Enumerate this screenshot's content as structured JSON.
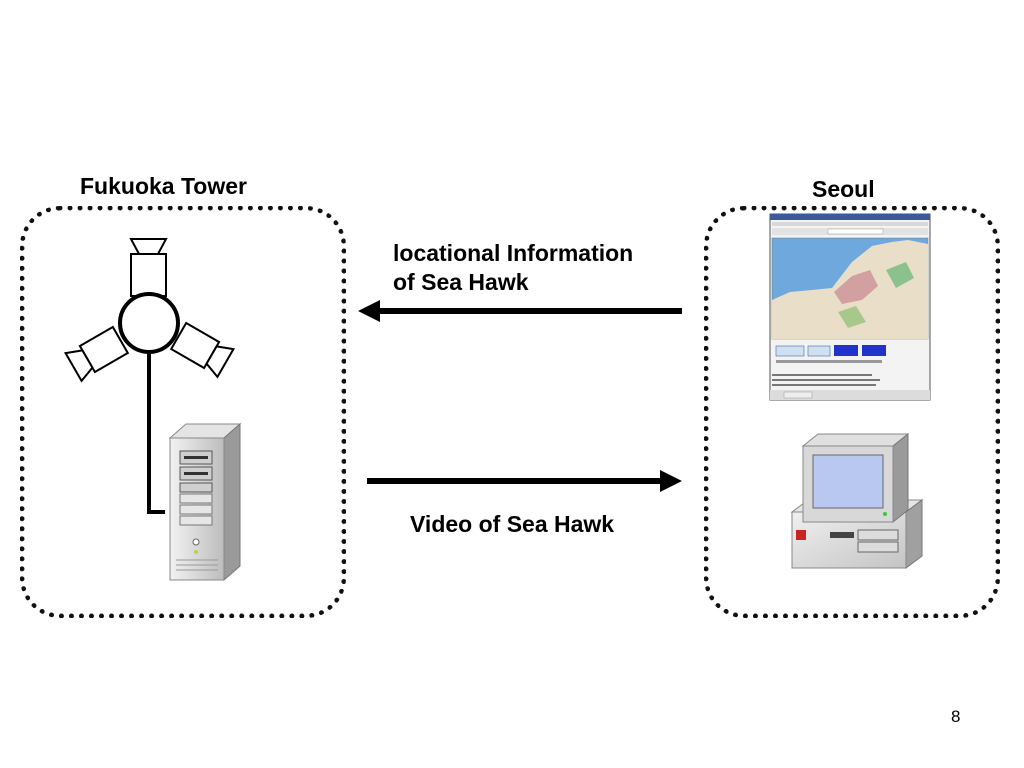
{
  "slide": {
    "page_number": "8"
  },
  "left_group": {
    "title": "Fukuoka Tower"
  },
  "right_group": {
    "title": "Seoul"
  },
  "arrows": {
    "location_label_line1": "locational Information",
    "location_label_line2": "of Sea Hawk",
    "video_label": "Video of Sea Hawk"
  },
  "colors": {
    "map_water": "#6fa8dc",
    "map_land": "#e9dfc8",
    "button_blue": "#2233cc",
    "monitor_screen": "#b8c8f0"
  },
  "icons": [
    "camera-cluster-icon",
    "server-tower-icon",
    "browser-map-screenshot",
    "desktop-computer-icon"
  ]
}
